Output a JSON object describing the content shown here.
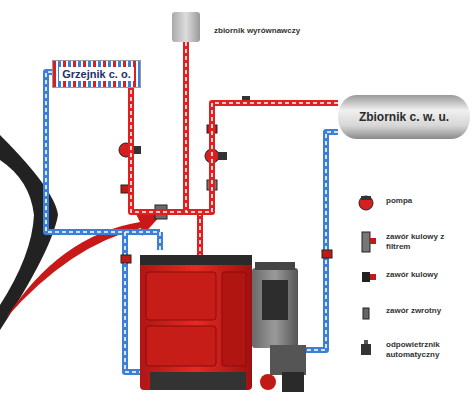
{
  "diagram": {
    "nodes": [
      {
        "text": [
          "Grzejnik c. o."
        ]
      },
      {
        "text": [
          "zbiornik wyrównawczy"
        ]
      },
      {
        "text": [
          "Zbiornik c. w. u."
        ]
      }
    ],
    "edges": [
      {
        "from": 1,
        "to": 0,
        "arrow": "none"
      },
      {
        "from": 1,
        "to": 2,
        "arrow": "none"
      }
    ],
    "legend": [
      {
        "text": "pompa"
      },
      {
        "text": "zawór kulowy z filtrem"
      },
      {
        "text": "zawór kulowy"
      },
      {
        "text": "zawór zwrotny"
      },
      {
        "text": "odpowietrznik automatyczny"
      }
    ]
  }
}
